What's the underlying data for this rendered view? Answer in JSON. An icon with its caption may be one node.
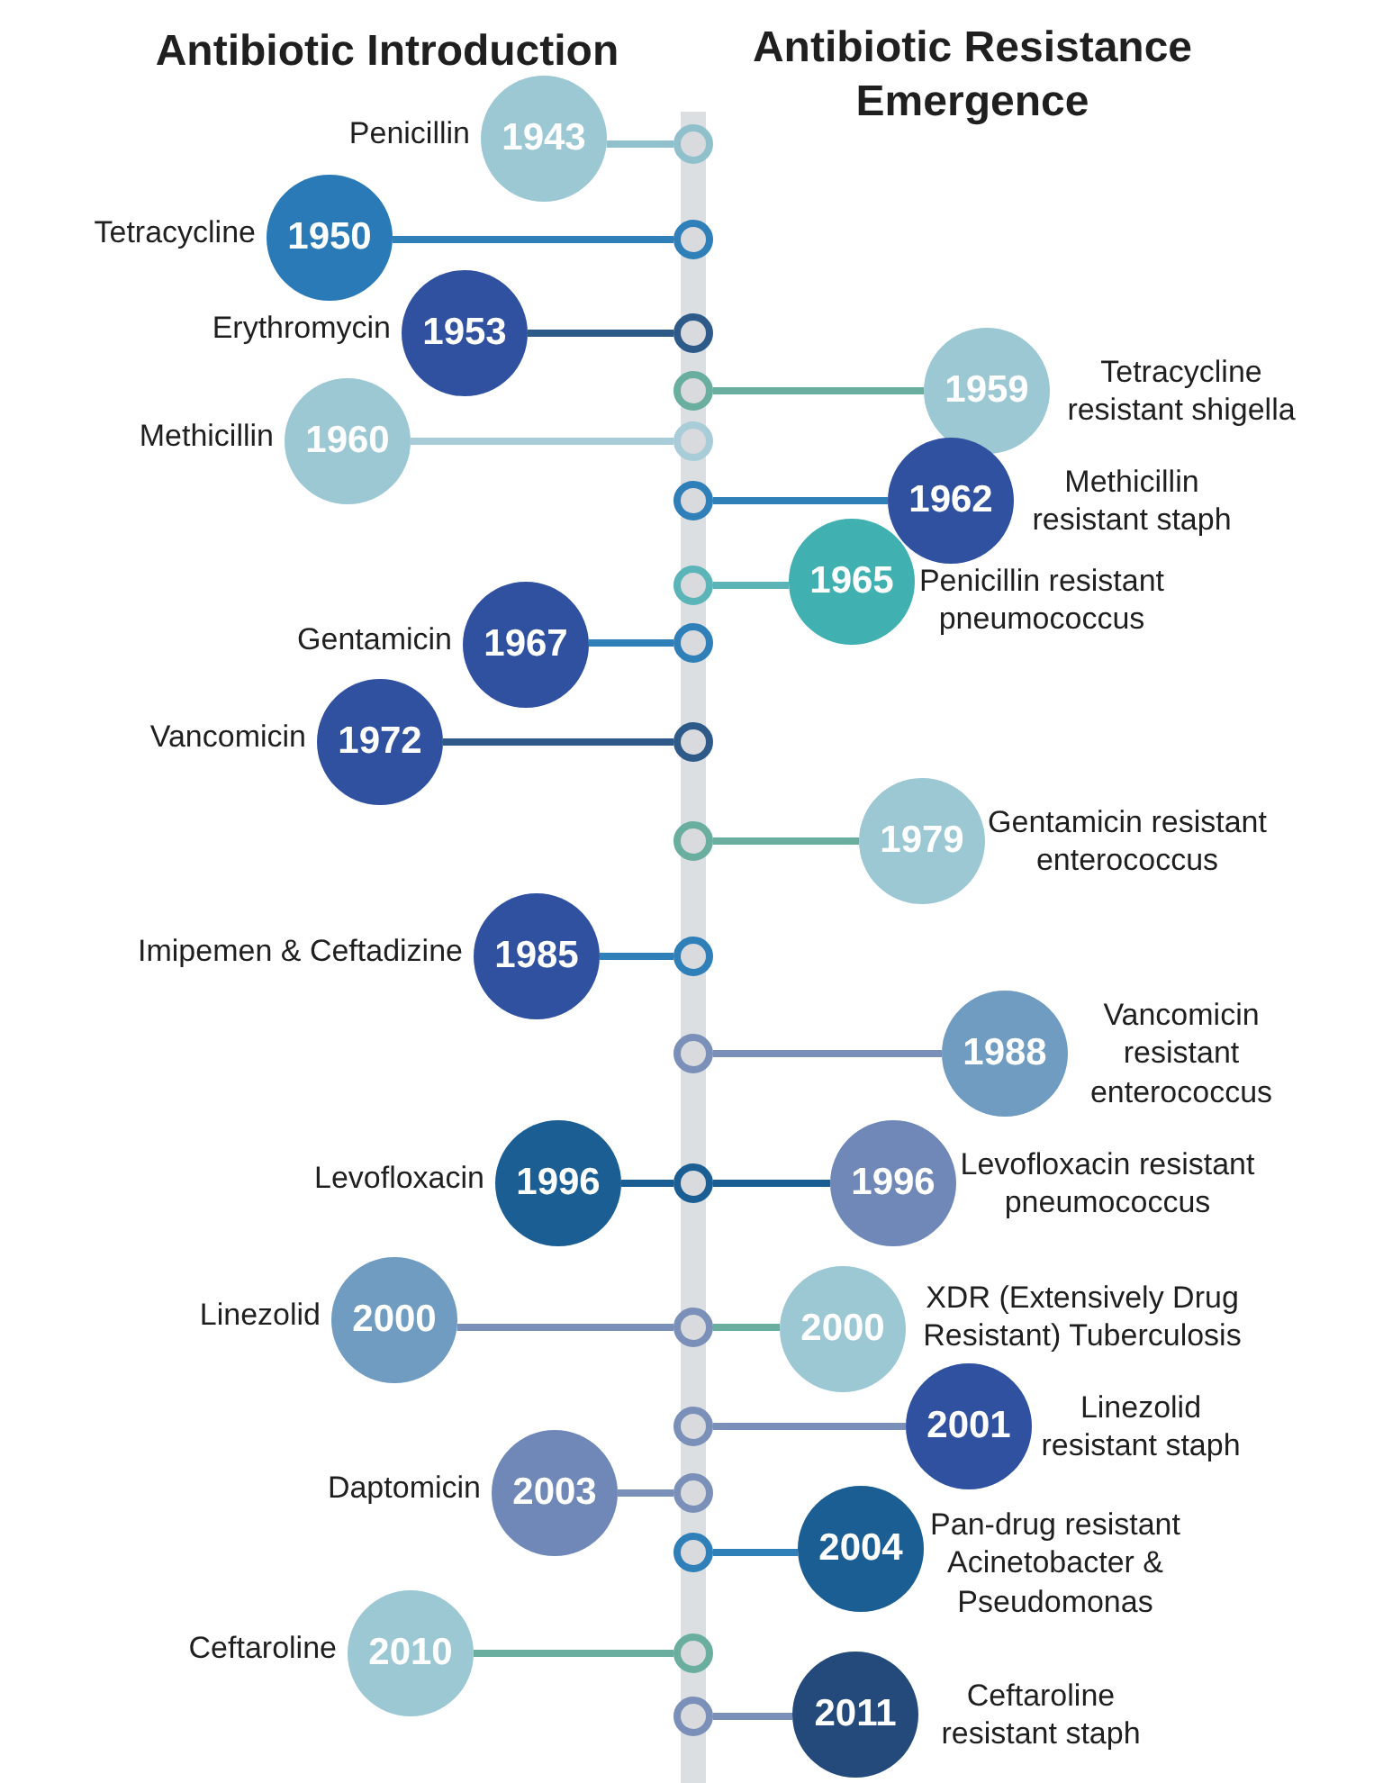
{
  "diagram": {
    "nodes": [
      {
        "text": [
          "1943"
        ],
        "beside": [
          "Penicillin"
        ]
      },
      {
        "text": [],
        "shape": "circle"
      },
      {
        "text": [
          "1950"
        ],
        "beside": [
          "Tetracycline"
        ]
      },
      {
        "text": [],
        "shape": "circle"
      },
      {
        "text": [
          "1953"
        ],
        "beside": [
          "Erythromycin"
        ]
      },
      {
        "text": [],
        "shape": "circle"
      },
      {
        "text": [
          "1959"
        ],
        "beside": [
          "Tetracycline resistant shigella"
        ]
      },
      {
        "text": [],
        "shape": "circle"
      },
      {
        "text": [
          "1960"
        ],
        "beside": [
          "Methicillin"
        ]
      },
      {
        "text": [],
        "shape": "circle"
      },
      {
        "text": [
          "1962"
        ],
        "beside": [
          "Methicillin resistant staph"
        ]
      },
      {
        "text": [],
        "shape": "circle"
      },
      {
        "text": [
          "1965"
        ],
        "beside": [
          "Penicillin resistant pneumococcus"
        ]
      },
      {
        "text": [],
        "shape": "circle"
      },
      {
        "text": [
          "1967"
        ],
        "beside": [
          "Gentamicin"
        ]
      },
      {
        "text": [],
        "shape": "circle"
      },
      {
        "text": [
          "1972"
        ],
        "beside": [
          "Vancomicin"
        ]
      },
      {
        "text": [],
        "shape": "circle"
      },
      {
        "text": [
          "1979"
        ],
        "beside": [
          "Gentamicin resistant enterococcus"
        ]
      },
      {
        "text": [],
        "shape": "circle"
      },
      {
        "text": [
          "1985"
        ],
        "beside": [
          "Imipemen & Ceftadizine"
        ]
      },
      {
        "text": [],
        "shape": "circle"
      },
      {
        "text": [
          "1988"
        ],
        "beside": [
          "Vancomicin resistant enterococcus"
        ]
      },
      {
        "text": [],
        "shape": "circle"
      },
      {
        "text": [
          "1996"
        ],
        "beside": [
          "Levofloxacin"
        ]
      },
      {
        "text": [],
        "shape": "circle"
      },
      {
        "text": [
          "1996"
        ],
        "beside": [
          "Levofloxacin resistant pneumococcus"
        ]
      },
      {
        "text": [
          "2000"
        ],
        "beside": [
          "Linezolid"
        ]
      },
      {
        "text": [],
        "shape": "circle"
      },
      {
        "text": [
          "2000"
        ],
        "beside": [
          "XDR (Extensively Drug Resistant) Tuberculosis"
        ]
      },
      {
        "text": [
          "2001"
        ],
        "beside": [
          "Linezolid resistant staph"
        ]
      },
      {
        "text": [],
        "shape": "circle"
      },
      {
        "text": [
          "2003"
        ],
        "beside": [
          "Daptomicin"
        ]
      },
      {
        "text": [],
        "shape": "circle"
      },
      {
        "text": [
          "2004"
        ],
        "beside": [
          "Pan-drug resistant Acinetobacter & Pseudomonas"
        ]
      },
      {
        "text": [],
        "shape": "circle"
      },
      {
        "text": [
          "2010"
        ],
        "beside": [
          "Ceftaroline"
        ]
      },
      {
        "text": [],
        "shape": "circle"
      },
      {
        "text": [
          "2011"
        ],
        "beside": [
          "Ceftaroline resistant staph"
        ]
      },
      {
        "text": [],
        "shape": "circle"
      },
      {
        "text": [],
        "shape": "bar"
      }
    ],
    "edges": [
      {
        "from": 0,
        "to": 1,
        "arrow": "none",
        "color": "#8fc0cc"
      },
      {
        "from": 2,
        "to": 3,
        "arrow": "none",
        "color": "#2f7fb8"
      },
      {
        "from": 4,
        "to": 5,
        "arrow": "none",
        "color": "#2e5a8a"
      },
      {
        "from": 6,
        "to": 7,
        "arrow": "none",
        "color": "#6aaea0"
      },
      {
        "from": 8,
        "to": 9,
        "arrow": "none",
        "color": "#a8cdd8"
      },
      {
        "from": 10,
        "to": 11,
        "arrow": "none",
        "color": "#2f7fb8"
      },
      {
        "from": 12,
        "to": 13,
        "arrow": "none",
        "color": "#5ab4b8"
      },
      {
        "from": 14,
        "to": 15,
        "arrow": "none",
        "color": "#2f7fb8"
      },
      {
        "from": 16,
        "to": 17,
        "arrow": "none",
        "color": "#2e5a8a"
      },
      {
        "from": 18,
        "to": 19,
        "arrow": "none",
        "color": "#6aaea0"
      },
      {
        "from": 20,
        "to": 21,
        "arrow": "none",
        "color": "#2f7fb8"
      },
      {
        "from": 22,
        "to": 23,
        "arrow": "none",
        "color": "#7a90b8"
      },
      {
        "from": 24,
        "to": 25,
        "arrow": "none",
        "color": "#1b5e94"
      },
      {
        "from": 26,
        "to": 25,
        "arrow": "none",
        "color": "#1b5e94"
      },
      {
        "from": 27,
        "to": 28,
        "arrow": "none",
        "color": "#7a90b8"
      },
      {
        "from": 29,
        "to": 28,
        "arrow": "none",
        "color": "#6aaea0"
      },
      {
        "from": 30,
        "to": 31,
        "arrow": "none",
        "color": "#7a90b8"
      },
      {
        "from": 32,
        "to": 33,
        "arrow": "none",
        "color": "#7a90b8"
      },
      {
        "from": 34,
        "to": 35,
        "arrow": "none",
        "color": "#2f7fb8"
      },
      {
        "from": 36,
        "to": 37,
        "arrow": "none",
        "color": "#6aaea0"
      },
      {
        "from": 38,
        "to": 39,
        "arrow": "none",
        "color": "#7a90b8"
      }
    ],
    "labels": [
      "Antibiotic Introduction",
      "Antibiotic Resistance Emergence"
    ]
  }
}
